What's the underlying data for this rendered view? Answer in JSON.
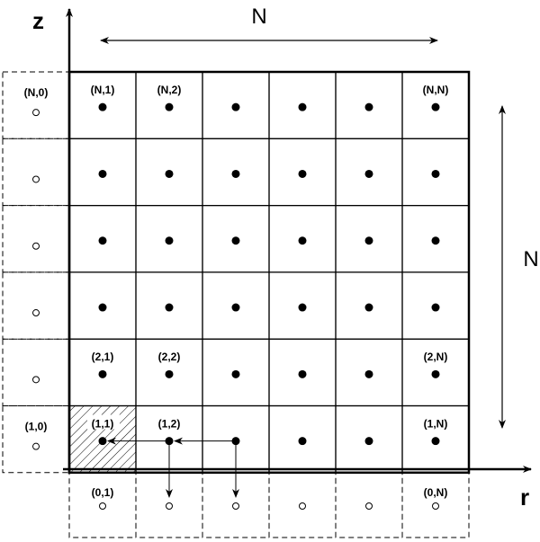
{
  "axes": {
    "vertical": "z",
    "horizontal": "r"
  },
  "dimensions": {
    "top": "N",
    "right": "N"
  },
  "grid": {
    "rows": 6,
    "cols": 6
  },
  "cell_labels": [
    {
      "row": 0,
      "col": 0,
      "text": "(N,1)"
    },
    {
      "row": 0,
      "col": 1,
      "text": "(N,2)"
    },
    {
      "row": 0,
      "col": 5,
      "text": "(N,N)"
    },
    {
      "row": 4,
      "col": 0,
      "text": "(2,1)"
    },
    {
      "row": 4,
      "col": 1,
      "text": "(2,2)"
    },
    {
      "row": 4,
      "col": 5,
      "text": "(2,N)"
    },
    {
      "row": 5,
      "col": 0,
      "text": "(1,1)"
    },
    {
      "row": 5,
      "col": 1,
      "text": "(1,2)"
    },
    {
      "row": 5,
      "col": 5,
      "text": "(1,N)"
    }
  ],
  "ghost_left_labels": [
    {
      "row": 0,
      "text": "(N,0)"
    },
    {
      "row": 5,
      "text": "(1,0)"
    }
  ],
  "ghost_bottom_labels": [
    {
      "col": 0,
      "text": "(0,1)"
    },
    {
      "col": 5,
      "text": "(0,N)"
    }
  ],
  "hatched_cell": {
    "row": 5,
    "col": 0
  },
  "colors": {
    "line": "#000000",
    "background": "#ffffff"
  }
}
